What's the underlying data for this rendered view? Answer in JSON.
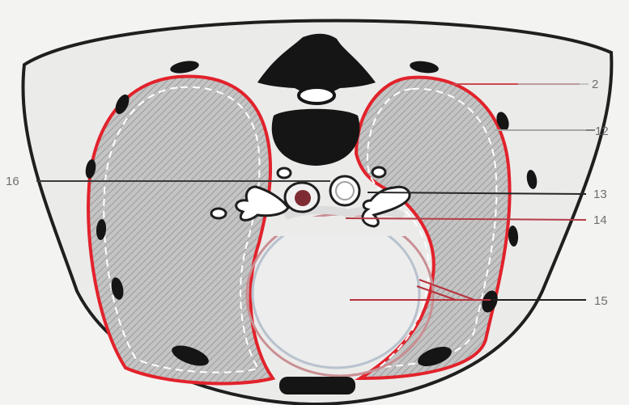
{
  "figure": {
    "callouts": [
      {
        "id": "2",
        "label": "2"
      },
      {
        "id": "12",
        "label": "12"
      },
      {
        "id": "13",
        "label": "13"
      },
      {
        "id": "14",
        "label": "14"
      },
      {
        "id": "15",
        "label": "15"
      },
      {
        "id": "16",
        "label": "16"
      }
    ]
  },
  "colors": {
    "background": "#f3f3f1",
    "body_fill": "#ebebea",
    "outline": "#1f1f1f",
    "bone": "#151515",
    "pleura": "#e2222b",
    "lung_fill": "#b9b9b9",
    "heart_outline": "#b8c2ce",
    "callout_text": "#6f6f6f"
  }
}
